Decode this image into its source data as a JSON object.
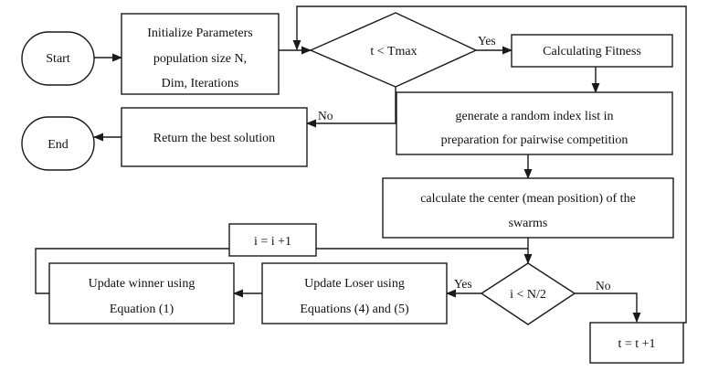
{
  "nodes": {
    "start": {
      "label": "Start"
    },
    "end": {
      "label": "End"
    },
    "init": {
      "line1": "Initialize Parameters",
      "line2": "population size N,",
      "line3": "Dim, Iterations"
    },
    "cond_t": {
      "label": "t < Tmax"
    },
    "fitness": {
      "label": "Calculating Fitness"
    },
    "return_best": {
      "label": "Return the best solution"
    },
    "random_index": {
      "line1": "generate a random index list in",
      "line2": "preparation for pairwise competition"
    },
    "center": {
      "line1": "calculate the center (mean position) of the",
      "line2": "swarms"
    },
    "inc_i": {
      "label": "i = i +1"
    },
    "update_winner": {
      "line1": "Update winner using",
      "line2": "Equation (1)"
    },
    "update_loser": {
      "line1": "Update Loser using",
      "line2": "Equations (4) and (5)"
    },
    "cond_i": {
      "label": "i < N/2"
    },
    "inc_t": {
      "label": "t = t +1"
    }
  },
  "edge_labels": {
    "cond_t_yes": "Yes",
    "cond_t_no": "No",
    "cond_i_yes": "Yes",
    "cond_i_no": "No"
  }
}
